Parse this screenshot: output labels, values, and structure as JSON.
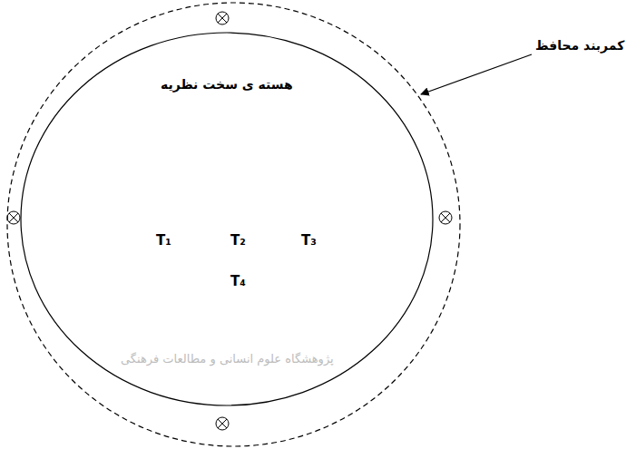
{
  "diagram": {
    "nodes": [
      {
        "text": [
          "کمربند محافظ"
        ]
      },
      {
        "text": [
          "هسته ی سخت نظریه"
        ],
        "in": 0
      }
    ],
    "labels": [
      "T₁",
      "T₂",
      "T₃",
      "T₄",
      "پژوهشگاه علوم انسانی و مطالعات فرهنگی"
    ]
  }
}
